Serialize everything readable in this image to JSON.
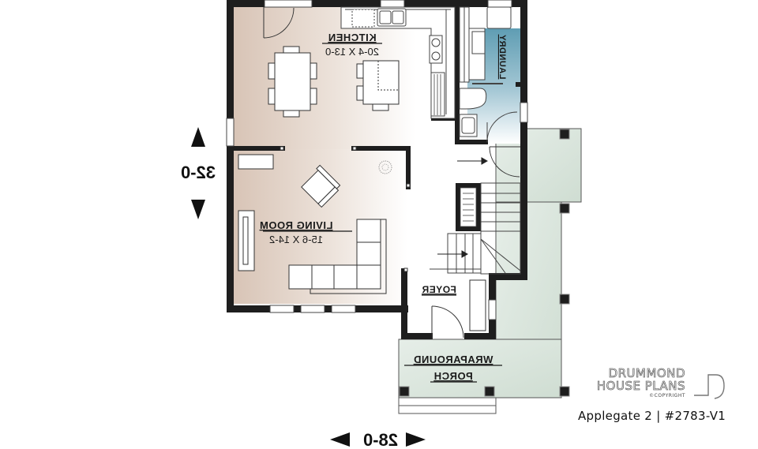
{
  "plan": {
    "title": "Applegate 2 | #2783-V1",
    "orientation": "mirrored",
    "overall_dimensions": {
      "width": "28-0",
      "depth": "32-0"
    },
    "rooms": [
      {
        "id": "kitchen",
        "label": "KITCHEN",
        "dimensions": "20-4 X 13-0"
      },
      {
        "id": "living_room",
        "label": "LIVING ROOM",
        "dimensions": "15-6 X 14-2"
      },
      {
        "id": "laundry",
        "label": "LAUNDRY"
      },
      {
        "id": "foyer",
        "label": "FOYER"
      },
      {
        "id": "porch",
        "label_line1": "WRAPAROUND",
        "label_line2": "PORCH"
      }
    ],
    "colors": {
      "wall": "#1e1e1e",
      "living_tint": "#d9c7bb",
      "laundry_tint": "#6ea7bb",
      "porch_fill": "#d3e0d5",
      "background": "#ffffff"
    }
  },
  "branding": {
    "line1": "DRUMMOND",
    "line2": "HOUSE PLANS",
    "line3": "©COPYRIGHT"
  }
}
